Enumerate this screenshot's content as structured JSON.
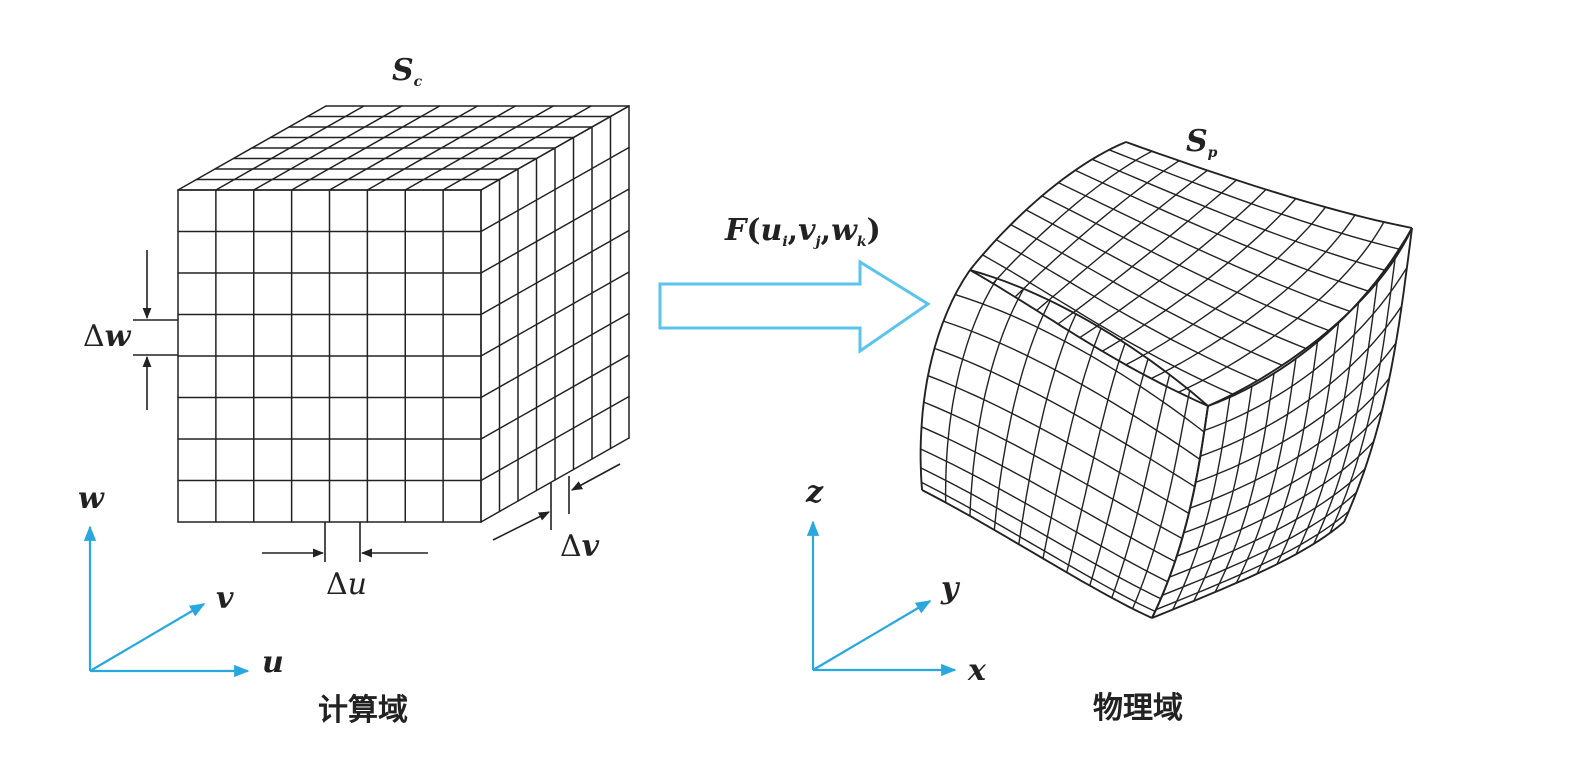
{
  "computational_domain": {
    "title": {
      "main": "S",
      "sub": "c"
    },
    "caption": "计算域",
    "delta_w": {
      "delta": "Δ",
      "var": "w"
    },
    "delta_u": {
      "delta": "Δ",
      "var": "u"
    },
    "delta_v": {
      "delta": "Δ",
      "var": "v"
    },
    "axes": {
      "vertical": "w",
      "depth": "v",
      "horizontal": "u"
    }
  },
  "mapping": {
    "function": "F",
    "open": "(",
    "close": ")",
    "comma": ",",
    "args": [
      {
        "var": "u",
        "sub": "i"
      },
      {
        "var": "v",
        "sub": "j"
      },
      {
        "var": "w",
        "sub": "k"
      }
    ]
  },
  "physical_domain": {
    "title": {
      "main": "S",
      "sub": "p"
    },
    "caption": "物理域",
    "axes": {
      "vertical": "z",
      "depth": "y",
      "horizontal": "x"
    }
  },
  "colors": {
    "axis": "#29a8e0",
    "arrow": "#5bc4ee",
    "line": "#222222"
  }
}
